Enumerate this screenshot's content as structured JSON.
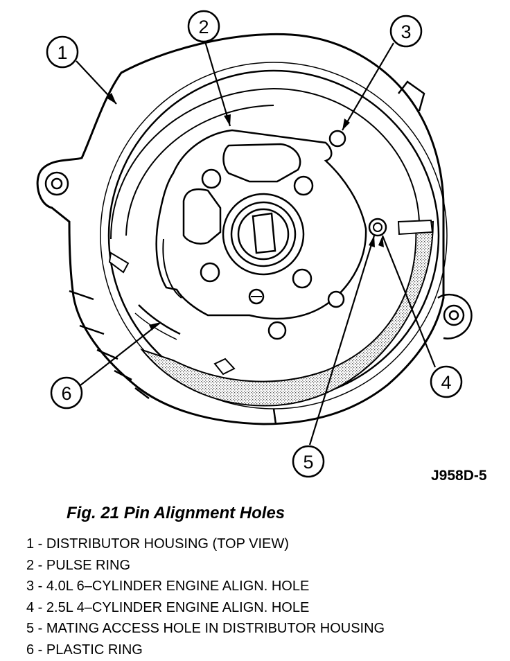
{
  "figure_id": "J958D-5",
  "caption": "Fig. 21 Pin Alignment Holes",
  "callouts": [
    "1",
    "2",
    "3",
    "4",
    "5",
    "6"
  ],
  "legend": [
    "1 - DISTRIBUTOR HOUSING (TOP VIEW)",
    "2 - PULSE RING",
    "3 - 4.0L 6–CYLINDER ENGINE ALIGN. HOLE",
    "4 - 2.5L 4–CYLINDER ENGINE ALIGN. HOLE",
    "5 - MATING ACCESS HOLE IN DISTRIBUTOR HOUSING",
    "6 - PLASTIC RING"
  ]
}
